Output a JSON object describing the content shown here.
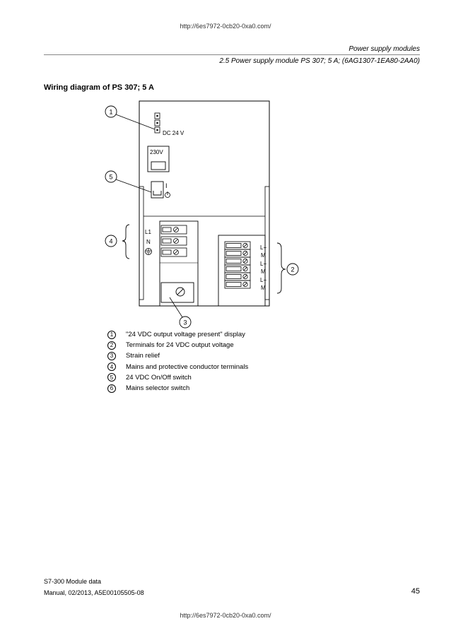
{
  "page": {
    "url_top": "http://6es7972-0cb20-0xa0.com/",
    "url_bottom": "http://6es7972-0cb20-0xa0.com/",
    "header_chapter": "Power supply modules",
    "header_section": "2.5 Power supply module PS 307; 5 A; (6AG1307-1EA80-2AA0)",
    "section_title": "Wiring diagram of PS 307; 5 A",
    "footer_line1": "S7-300 Module data",
    "footer_line2": "Manual, 02/2013, A5E00105505-08",
    "page_number": "45"
  },
  "diagram": {
    "dc_label": "DC 24 V",
    "voltage_label": "230V",
    "switch_on_symbol": "I",
    "terminal_left_l1": "L1",
    "terminal_left_n": "N",
    "terminal_right_labels": [
      "L+",
      "M",
      "L+",
      "M",
      "L+",
      "M"
    ],
    "callouts": [
      "1",
      "2",
      "3",
      "4",
      "5"
    ]
  },
  "legend": [
    {
      "num": "1",
      "text": "\"24 VDC output voltage present\" display"
    },
    {
      "num": "2",
      "text": "Terminals for 24 VDC output voltage"
    },
    {
      "num": "3",
      "text": "Strain relief"
    },
    {
      "num": "4",
      "text": "Mains and protective conductor terminals"
    },
    {
      "num": "5",
      "text": "24 VDC On/Off switch"
    },
    {
      "num": "6",
      "text": "Mains selector switch"
    }
  ]
}
